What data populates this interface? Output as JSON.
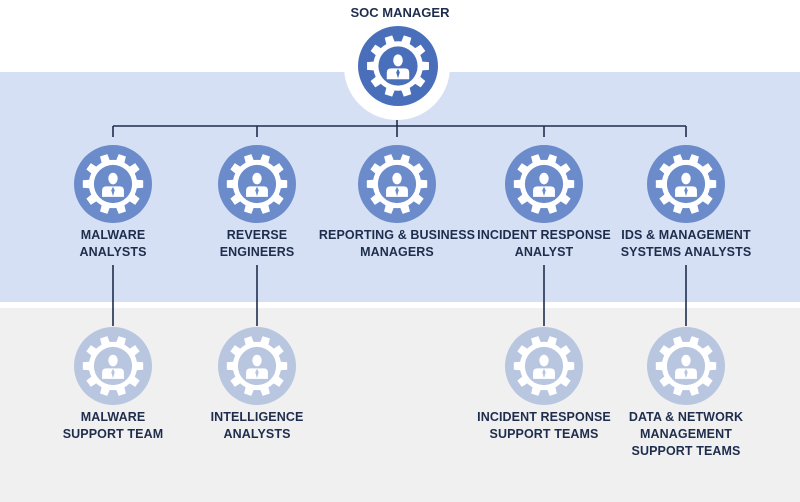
{
  "colors": {
    "primary_gear": "#4a6fba",
    "level1_gear": "#6c8bcb",
    "level2_gear": "#b9c6e0",
    "connector": "#1f2d4d",
    "label_text": "#1f2d4d"
  },
  "root": {
    "title": "SOC MANAGER",
    "icon": "manager-gear-icon"
  },
  "level1": [
    {
      "lines": [
        "MALWARE",
        "ANALYSTS"
      ],
      "icon": "person-gear-icon"
    },
    {
      "lines": [
        "REVERSE",
        "ENGINEERS"
      ],
      "icon": "person-gear-icon"
    },
    {
      "lines": [
        "REPORTING & BUSINESS",
        "MANAGERS"
      ],
      "icon": "person-gear-icon"
    },
    {
      "lines": [
        "INCIDENT RESPONSE",
        "ANALYST"
      ],
      "icon": "person-gear-icon"
    },
    {
      "lines": [
        "IDS & MANAGEMENT",
        "SYSTEMS ANALYSTS"
      ],
      "icon": "person-gear-icon"
    }
  ],
  "level2": [
    {
      "lines": [
        "MALWARE",
        "SUPPORT TEAM"
      ],
      "icon": "person-gear-icon"
    },
    {
      "lines": [
        "INTELLIGENCE",
        "ANALYSTS"
      ],
      "icon": "person-gear-icon"
    },
    {
      "lines": [
        "INCIDENT RESPONSE",
        "SUPPORT TEAMS"
      ],
      "icon": "person-gear-icon"
    },
    {
      "lines": [
        "DATA & NETWORK",
        "MANAGEMENT",
        "SUPPORT TEAMS"
      ],
      "icon": "person-gear-icon"
    }
  ]
}
